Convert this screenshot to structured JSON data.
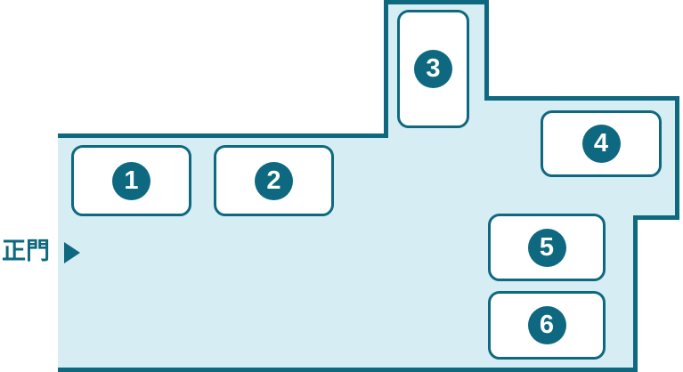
{
  "colors": {
    "accent_dark": "#0e6980",
    "area_fill": "#d6edf4",
    "building_fill": "#ffffff",
    "number_text": "#ffffff",
    "background": "#ffffff"
  },
  "gate": {
    "label": "正門",
    "arrow_icon": "right-pointing-triangle"
  },
  "buildings": [
    {
      "number": "1"
    },
    {
      "number": "2"
    },
    {
      "number": "3"
    },
    {
      "number": "4"
    },
    {
      "number": "5"
    },
    {
      "number": "6"
    }
  ]
}
